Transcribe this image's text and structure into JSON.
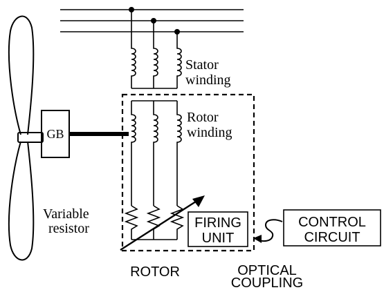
{
  "labels": {
    "stator": [
      "Stator",
      "winding"
    ],
    "rotor_winding": [
      "Rotor",
      "winding"
    ],
    "gearbox": "GB",
    "variable_resistor": [
      "Variable",
      "resistor"
    ],
    "firing_unit": [
      "FIRING",
      "UNIT"
    ],
    "control_circuit": [
      "CONTROL",
      "CIRCUIT"
    ],
    "rotor": "ROTOR",
    "optical_coupling": [
      "OPTICAL",
      "COUPLING"
    ]
  }
}
